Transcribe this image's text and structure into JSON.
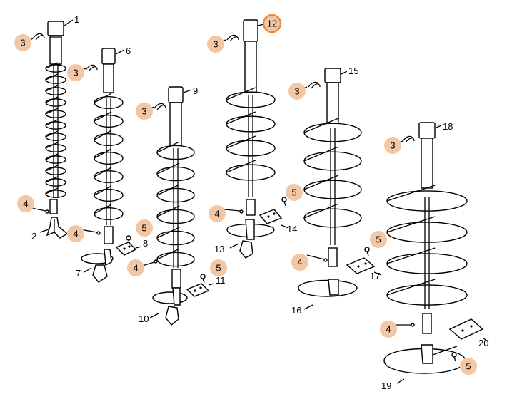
{
  "colors": {
    "badge_fill": "#f2c7a6",
    "highlight_ring": "#e8883a",
    "ink": "#000000",
    "background": "#ffffff"
  },
  "labels": {
    "n1": "1",
    "n2": "2",
    "n3": "3",
    "n4": "4",
    "n5": "5",
    "n6": "6",
    "n7": "7",
    "n8": "8",
    "n9": "9",
    "n10": "10",
    "n11": "11",
    "n12": "12",
    "n13": "13",
    "n14": "14",
    "n15": "15",
    "n16": "16",
    "n17": "17",
    "n18": "18",
    "n19": "19",
    "n20": "20"
  }
}
